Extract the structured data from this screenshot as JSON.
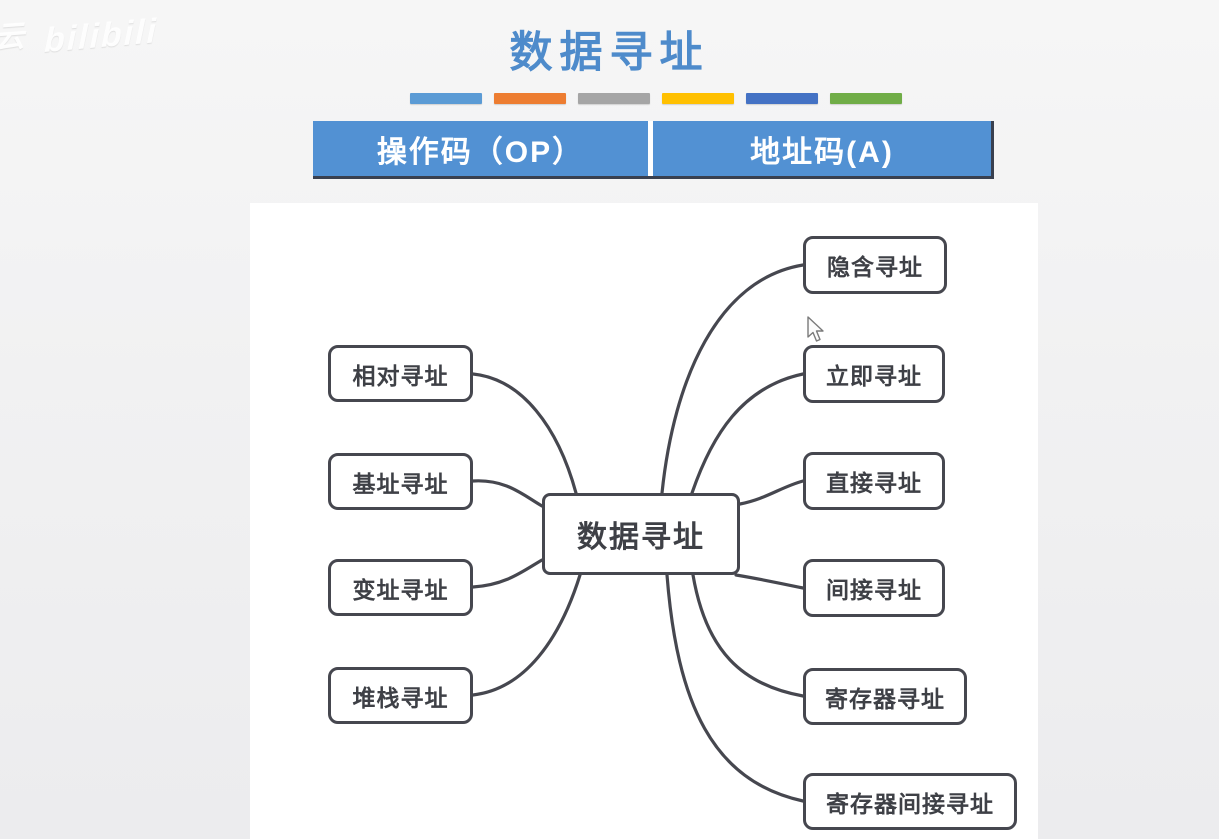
{
  "watermark": {
    "left_fragment": "云",
    "logo_text": "bilibili"
  },
  "title": "数据寻址",
  "colors": {
    "title": "#4E8BCB",
    "header_box": "#5291D3",
    "header_shadow": "#39404F",
    "mindmap_line": "#46474F",
    "node_text": "#3E4046",
    "divider_bars": [
      "#5B9BD5",
      "#ED7D31",
      "#A5A5A5",
      "#FFC000",
      "#4472C4",
      "#70AD47"
    ]
  },
  "instruction_format": {
    "opcode_label": "操作码（OP）",
    "address_label": "地址码(A)"
  },
  "mindmap": {
    "center": {
      "label": "数据寻址"
    },
    "left_nodes": [
      {
        "label": "相对寻址"
      },
      {
        "label": "基址寻址"
      },
      {
        "label": "变址寻址"
      },
      {
        "label": "堆栈寻址"
      }
    ],
    "right_nodes": [
      {
        "label": "隐含寻址"
      },
      {
        "label": "立即寻址"
      },
      {
        "label": "直接寻址"
      },
      {
        "label": "间接寻址"
      },
      {
        "label": "寄存器寻址"
      },
      {
        "label": "寄存器间接寻址"
      }
    ]
  }
}
